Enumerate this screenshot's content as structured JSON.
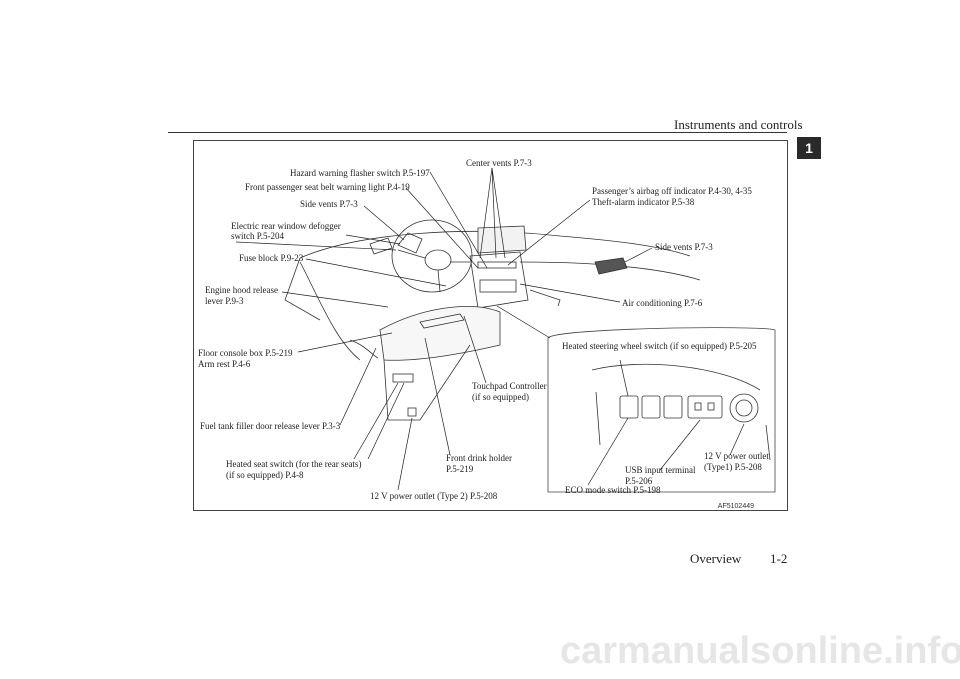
{
  "header": {
    "section_title": "Instruments and controls",
    "chapter_tab": "1"
  },
  "footer": {
    "section": "Overview",
    "page": "1-2"
  },
  "figure": {
    "reference": "AF5102449",
    "labels": {
      "hazard": "Hazard warning flasher switch P.5-197",
      "center_vents": "Center vents P.7-3",
      "front_pass_belt": "Front passenger seat belt warning light P.4-19",
      "airbag_1": "Passenger’s airbag off indicator P.4-30, 4-35",
      "airbag_2": "Theft-alarm indicator P.5-38",
      "side_vents_left": "Side vents P.7-3",
      "defogger_1": "Electric rear window defogger",
      "defogger_2": "switch P.5-204",
      "side_vents_right": "Side vents P.7-3",
      "fuse_block": "Fuse block P.9-23",
      "hood_1": "Engine hood release",
      "hood_2": "lever P.9-3",
      "air_cond": "Air conditioning P.7-6",
      "heated_wheel": "Heated steering wheel switch (if so equipped) P.5-205",
      "console_1": "Floor console box P.5-219",
      "console_2": "Arm rest P.4-6",
      "touchpad_1": "Touchpad Controller",
      "touchpad_2": "(if so equipped)",
      "fuel": "Fuel tank filler door release lever P.3-3",
      "power12v1_1": "12 V power outlet",
      "power12v1_2": "(Type1) P.5-208",
      "drink_1": "Front drink holder",
      "drink_2": "P.5-219",
      "usb_1": "USB input terminal",
      "usb_2": "P.5-206",
      "heated_seat_1": "Heated seat switch (for the rear seats)",
      "heated_seat_2": "(if so equipped) P.4-8",
      "eco": "ECO mode switch P.5-198",
      "power12v2": "12 V power outlet (Type 2) P.5-208"
    }
  },
  "watermark": "carmanualsonline.info"
}
